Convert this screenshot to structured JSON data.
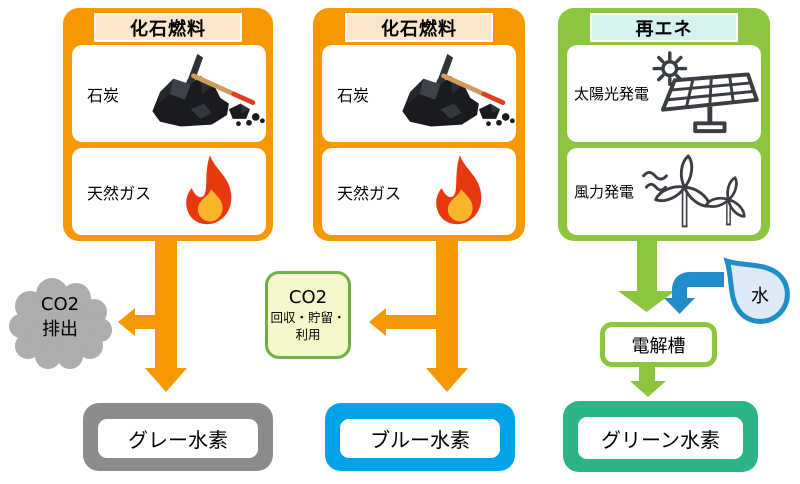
{
  "columns": [
    {
      "header": "化石燃料",
      "rows": [
        {
          "label": "石炭",
          "icon": "coal-pickaxe-icon"
        },
        {
          "label": "天然ガス",
          "icon": "flame-icon"
        }
      ]
    },
    {
      "header": "化石燃料",
      "rows": [
        {
          "label": "石炭",
          "icon": "coal-pickaxe-icon"
        },
        {
          "label": "天然ガス",
          "icon": "flame-icon"
        }
      ]
    },
    {
      "header": "再エネ",
      "rows": [
        {
          "label": "太陽光発電",
          "icon": "solar-panel-icon"
        },
        {
          "label": "風力発電",
          "icon": "wind-turbine-icon"
        }
      ]
    }
  ],
  "co2_emission": {
    "line1": "CO2",
    "line2": "排出"
  },
  "co2_capture": {
    "line1": "CO2",
    "line2": "回収・貯留・",
    "line3": "利用"
  },
  "water": {
    "label": "水"
  },
  "electrolyzer": {
    "label": "電解槽"
  },
  "outputs": {
    "gray": {
      "label": "グレー水素"
    },
    "blue": {
      "label": "ブルー水素"
    },
    "green": {
      "label": "グリーン水素"
    }
  },
  "colors": {
    "orange": "#F79800",
    "lime_green": "#8CC63F",
    "peach": "#FBE5CC",
    "mint": "#D5F2EC",
    "cloud_gray": "#ADADAD",
    "box_gray": "#8B8B8B",
    "sky_blue": "#00A3E8",
    "teal_green": "#2CB387",
    "capture_fill": "#F7F7CC",
    "capture_border": "#6FAF46",
    "water_blue": "#1F8DC9",
    "water_fill": "#DEEAF6",
    "flame_red": "#E8380F",
    "flame_yellow": "#F7B52C"
  }
}
